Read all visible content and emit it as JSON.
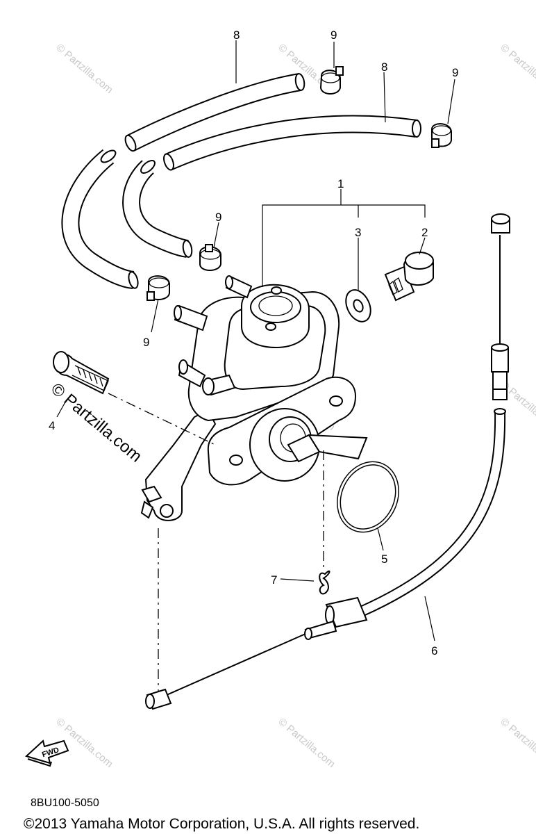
{
  "diagram": {
    "callouts": {
      "c1": "1",
      "c2": "2",
      "c3": "3",
      "c4": "4",
      "c5": "5",
      "c6": "6",
      "c7": "7",
      "c8a": "8",
      "c8b": "8",
      "c9a": "9",
      "c9b": "9",
      "c9c": "9",
      "c9d": "9"
    },
    "watermark_small": "© Partzilla.com",
    "watermark_large": "© Partzilla.com",
    "fwd_label": "FWD",
    "reference_code": "8BU100-5050",
    "copyright": "©2013 Yamaha Motor Corporation, U.S.A. All rights reserved."
  }
}
